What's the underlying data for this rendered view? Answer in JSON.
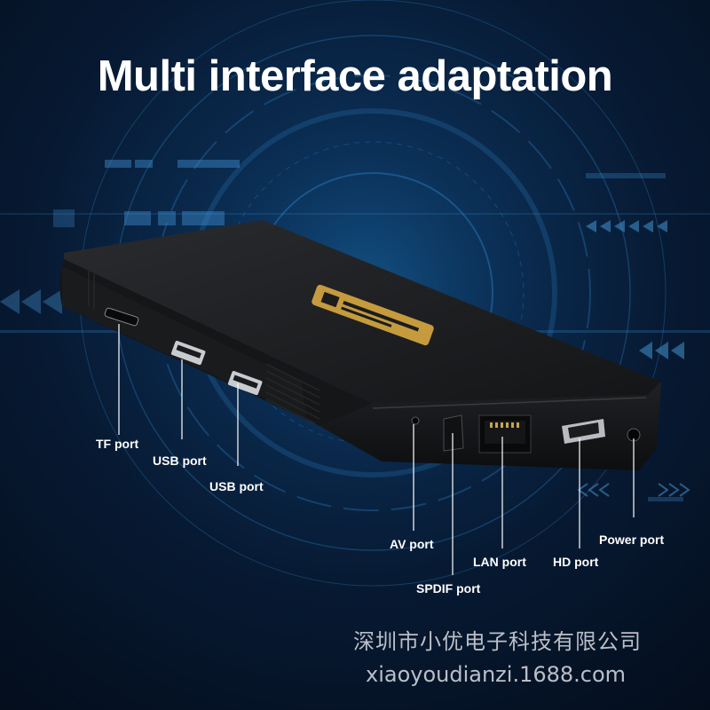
{
  "title": "Multi interface adaptation",
  "ports": {
    "tf": "TF port",
    "usb1": "USB port",
    "usb2": "USB port",
    "av": "AV port",
    "spdif": "SPDIF port",
    "lan": "LAN port",
    "hd": "HD port",
    "power": "Power port"
  },
  "watermark": {
    "company": "深圳市小优电子科技有限公司",
    "url": "xiaoyoudianzi.1688.com"
  },
  "colors": {
    "background": "#071a33",
    "glow": "#1d6fa8",
    "device": "#1b1c1e",
    "logo": "#d4a640",
    "text": "#ffffff"
  }
}
